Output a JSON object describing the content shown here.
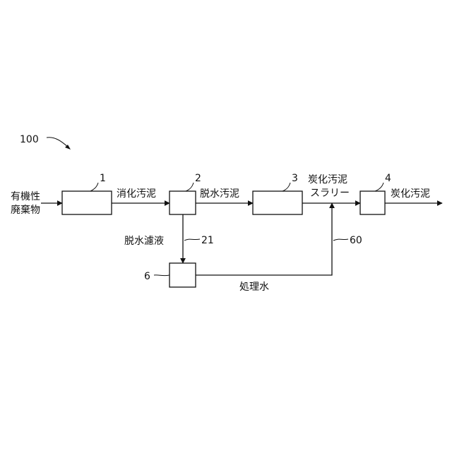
{
  "figure": {
    "ref_number": "100",
    "input_label_line1": "有機性",
    "input_label_line2": "廃棄物",
    "stream_after_1": "消化汚泥",
    "stream_after_2": "脱水汚泥",
    "stream_after_3_line1": "炭化汚泥",
    "stream_after_3_line2": "スラリー",
    "output_label": "炭化汚泥",
    "filtrate_label": "脱水濾液",
    "treated_water_label": "処理水"
  },
  "components": {
    "unit_1": "1",
    "unit_2": "2",
    "unit_3": "3",
    "unit_4": "4",
    "unit_6": "6",
    "line_21": "21",
    "line_60": "60"
  }
}
